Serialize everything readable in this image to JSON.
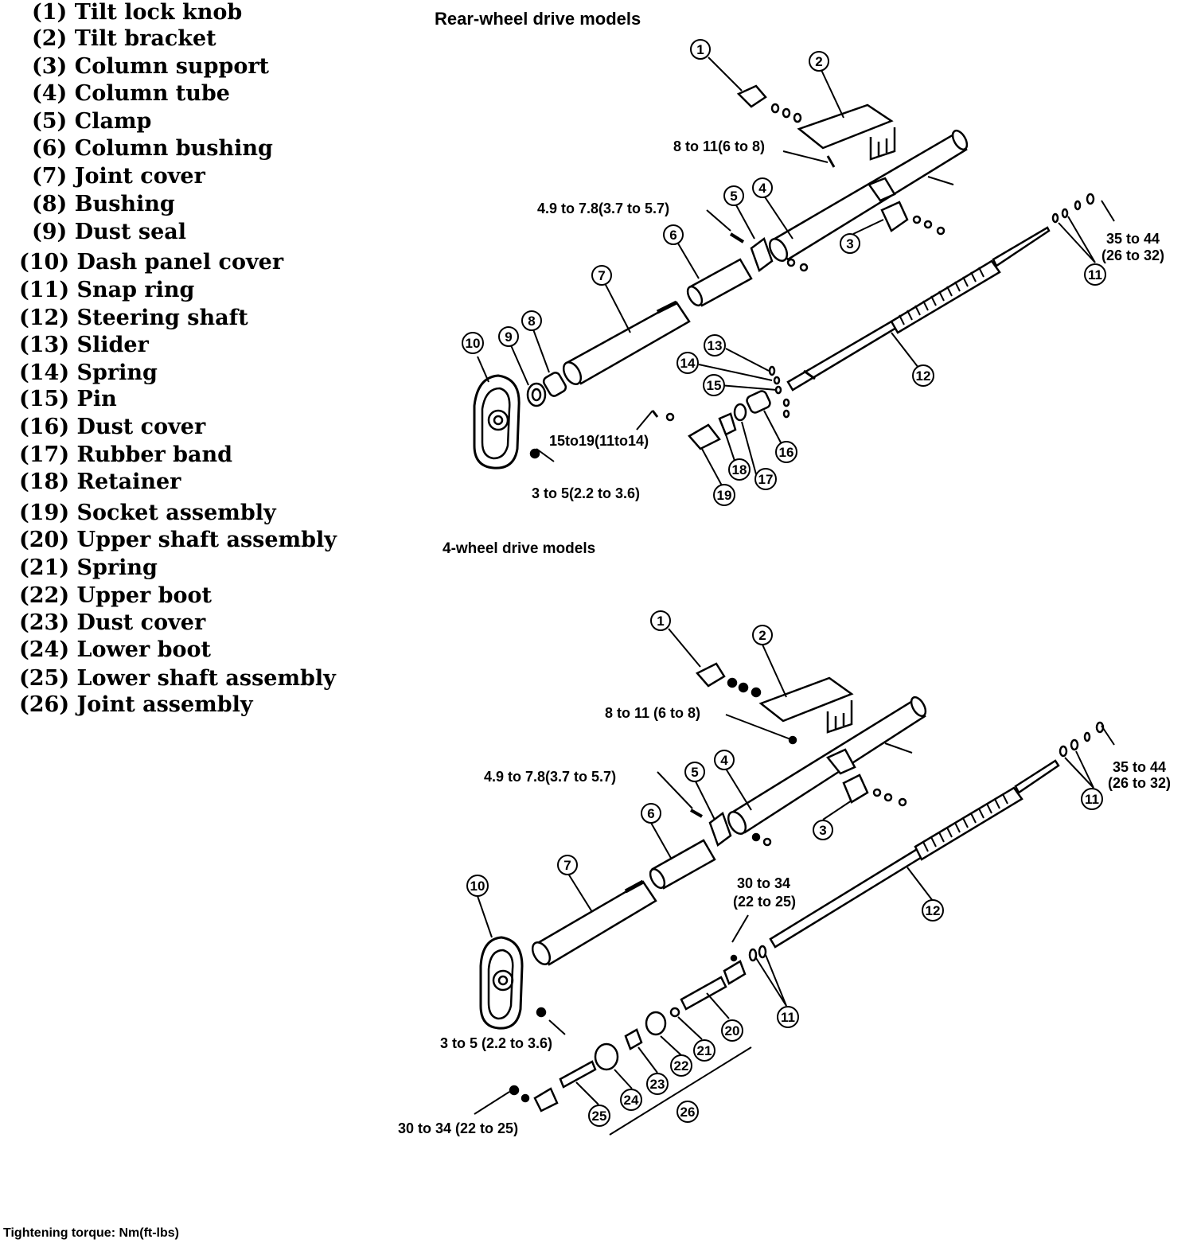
{
  "legend": [
    {
      "num": "(1)",
      "label": "Tilt lock knob"
    },
    {
      "num": "(2)",
      "label": "Tilt bracket"
    },
    {
      "num": "(3)",
      "label": "Column support"
    },
    {
      "num": "(4)",
      "label": "Column tube"
    },
    {
      "num": "(5)",
      "label": "Clamp"
    },
    {
      "num": "(6)",
      "label": "Column bushing"
    },
    {
      "num": "(7)",
      "label": "Joint cover"
    },
    {
      "num": "(8)",
      "label": "Bushing"
    },
    {
      "num": "(9)",
      "label": "Dust seal"
    },
    {
      "num": "(10)",
      "label": "Dash panel cover"
    },
    {
      "num": "(11)",
      "label": "Snap ring"
    },
    {
      "num": "(12)",
      "label": "Steering shaft"
    },
    {
      "num": "(13)",
      "label": "Slider"
    },
    {
      "num": "(14)",
      "label": "Spring"
    },
    {
      "num": "(15)",
      "label": "Pin"
    },
    {
      "num": "(16)",
      "label": "Dust cover"
    },
    {
      "num": "(17)",
      "label": "Rubber band"
    },
    {
      "num": "(18)",
      "label": "Retainer"
    },
    {
      "num": "(19)",
      "label": "Socket assembly"
    },
    {
      "num": "(20)",
      "label": "Upper shaft assembly"
    },
    {
      "num": "(21)",
      "label": "Spring"
    },
    {
      "num": "(22)",
      "label": "Upper boot"
    },
    {
      "num": "(23)",
      "label": "Dust cover"
    },
    {
      "num": "(24)",
      "label": "Lower boot"
    },
    {
      "num": "(25)",
      "label": "Lower shaft assembly"
    },
    {
      "num": "(26)",
      "label": "Joint assembly"
    }
  ],
  "rwd": {
    "title": "Rear-wheel drive models",
    "torque_tilt": "8 to 11(6 to 8)",
    "torque_clamp": "4.9 to 7.8(3.7 to 5.7)",
    "torque_top_a": "35 to 44",
    "torque_top_b": "(26 to 32)",
    "torque_socket": "15to19(11to14)",
    "torque_cover": "3 to 5(2.2 to 3.6)",
    "callouts": [
      "1",
      "2",
      "3",
      "4",
      "5",
      "6",
      "7",
      "8",
      "9",
      "10",
      "11",
      "12",
      "13",
      "14",
      "15",
      "16",
      "17",
      "18",
      "19"
    ]
  },
  "fwd": {
    "title": "4-wheel drive models",
    "torque_tilt": "8 to 11 (6 to 8)",
    "torque_clamp": "4.9 to 7.8(3.7 to 5.7)",
    "torque_top_a": "35 to 44",
    "torque_top_b": "(26 to 32)",
    "torque_joint_a": "30 to 34",
    "torque_joint_b": "(22 to 25)",
    "torque_cover": "3 to 5 (2.2 to 3.6)",
    "torque_lower": "30 to 34 (22 to 25)",
    "callouts": [
      "1",
      "2",
      "3",
      "4",
      "5",
      "6",
      "7",
      "10",
      "11",
      "12",
      "20",
      "21",
      "22",
      "23",
      "24",
      "25",
      "26"
    ]
  },
  "footer": "Tightening torque: Nm(ft-lbs)",
  "colors": {
    "ink": "#000000",
    "paper": "#ffffff"
  }
}
